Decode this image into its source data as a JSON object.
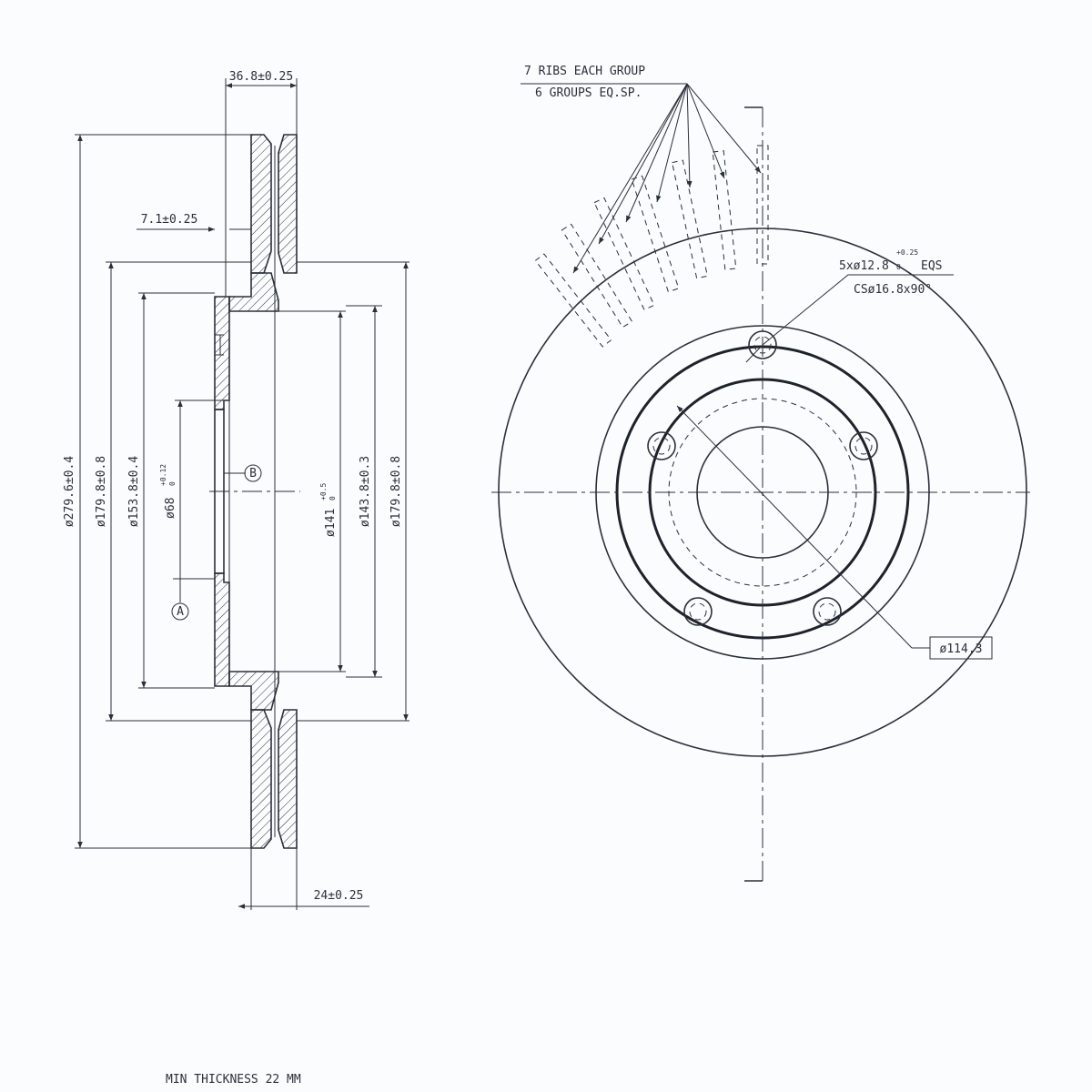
{
  "section_view": {
    "dim_total_thickness": "36.8±0.25",
    "dim_hat_thickness": "7.1±0.25",
    "dim_disc_thickness": "24±0.25",
    "dim_outer_dia": "ø279.6±0.4",
    "dim_inner_friction_dia_left": "ø179.8±0.8",
    "dim_hat_dia": "ø153.8±0.4",
    "dim_center_bore": "ø68",
    "dim_center_bore_tol_upper": "+0.12",
    "dim_center_bore_tol_lower": "0",
    "dim_pilot_dia": "ø141",
    "dim_pilot_tol_upper": "+0.5",
    "dim_pilot_tol_lower": "0",
    "dim_hat_inner_dia": "ø143.8±0.3",
    "dim_inner_friction_dia_right": "ø179.8±0.8",
    "datum_a": "A",
    "datum_b": "B"
  },
  "front_view": {
    "ribs_note_line1": "7 RIBS EACH GROUP",
    "ribs_note_line2": "6 GROUPS EQ.SP.",
    "holes_note": "5xø12.8",
    "holes_tol_upper": "+0.25",
    "holes_tol_lower": "0",
    "holes_eqs": "EQS",
    "countersink_note": "CSø16.8x90°",
    "bolt_circle_dia": "ø114.3"
  },
  "footer": {
    "min_thickness_note": "MIN THICKNESS 22 MM"
  }
}
